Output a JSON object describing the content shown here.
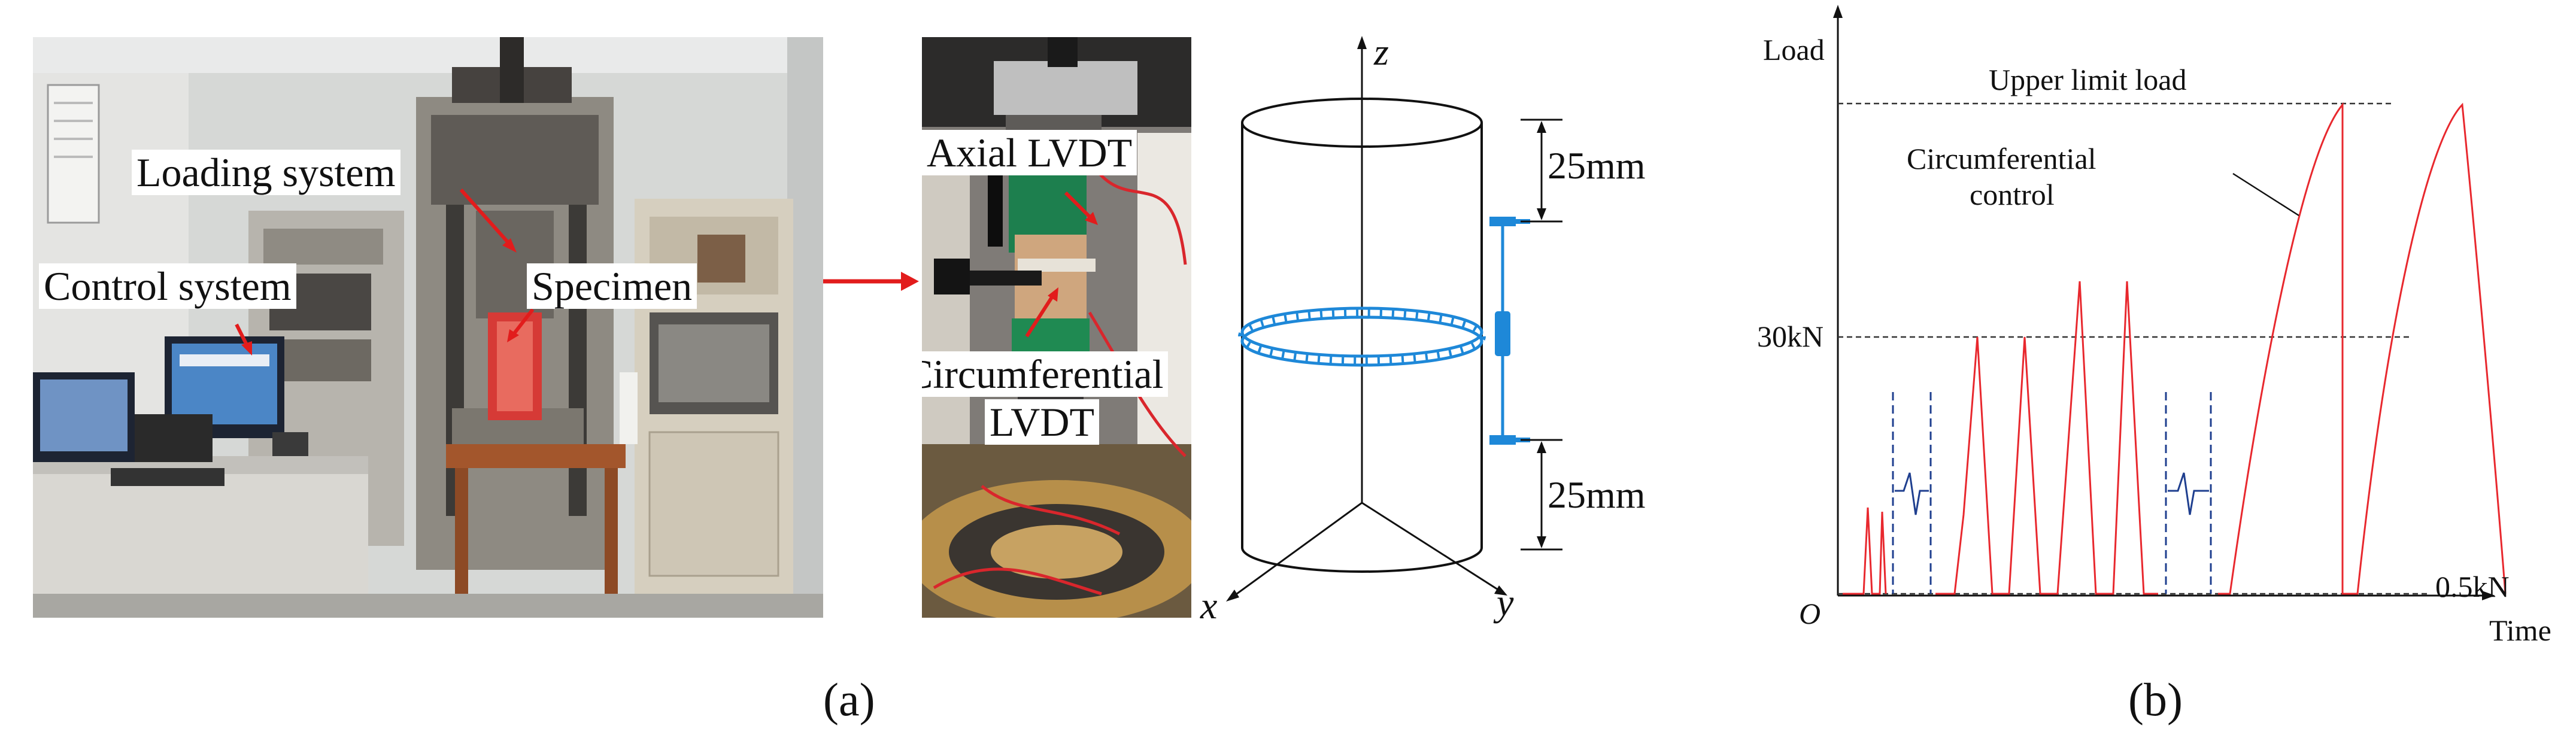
{
  "panel_a": {
    "photo_labels": {
      "loading_system": "Loading system",
      "control_system": "Control system",
      "specimen": "Specimen"
    },
    "closeup_labels": {
      "axial_lvdt": "Axial LVDT",
      "circumferential_lvdt_line1": "Circumferential",
      "circumferential_lvdt_line2": "LVDT"
    },
    "schematic": {
      "axis_z": "z",
      "axis_x": "x",
      "axis_y": "y",
      "top_spacing": "25mm",
      "bottom_spacing": "25mm",
      "accent_color": "#1e88d8"
    },
    "caption": "(a)"
  },
  "panel_b": {
    "axis_y_label": "Load",
    "axis_x_label": "Time",
    "origin_label": "O",
    "level_upper": "Upper limit load",
    "level_30kn": "30kN",
    "level_05kn": "0.5kN",
    "annotation_line1": "Circumferential",
    "annotation_line2": "control",
    "line_color": "#e8282e",
    "break_color": "#1f3f8f",
    "caption": "(b)"
  }
}
